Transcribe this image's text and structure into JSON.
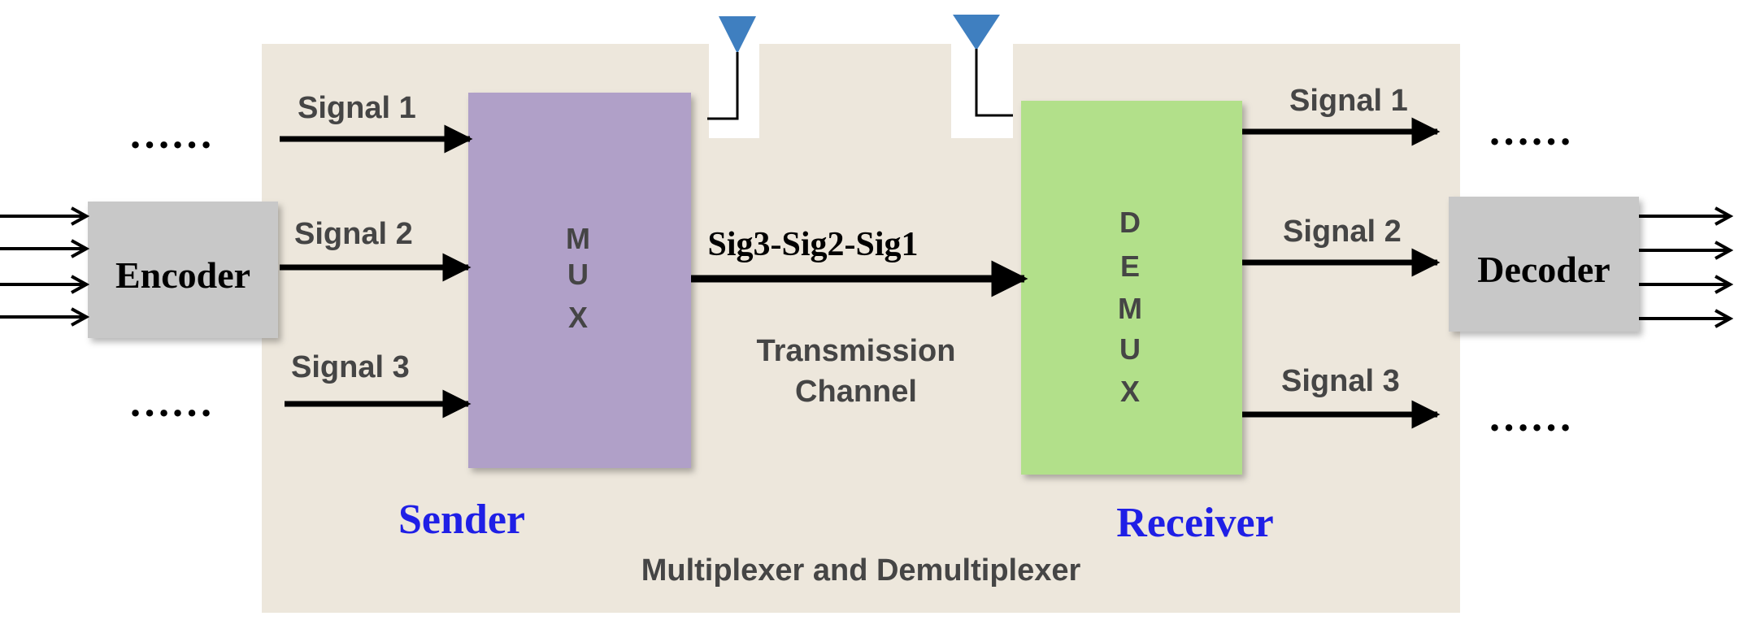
{
  "panel_caption": "Multiplexer and Demultiplexer",
  "encoder": {
    "label": "Encoder"
  },
  "decoder": {
    "label": "Decoder"
  },
  "mux": {
    "label": "MUX",
    "letters": [
      "M",
      "U",
      "X"
    ]
  },
  "demux": {
    "label": "DEMUX",
    "letters": [
      "D",
      "E",
      "M",
      "U",
      "X"
    ]
  },
  "inputs": [
    "Signal 1",
    "Signal 2",
    "Signal 3"
  ],
  "outputs": [
    "Signal 1",
    "Signal 2",
    "Signal 3"
  ],
  "channel": {
    "stream_label": "Sig3-Sig2-Sig1",
    "caption_line1": "Transmission",
    "caption_line2": "Channel"
  },
  "ellipsis": "……",
  "sender_label": "Sender",
  "receiver_label": "Receiver",
  "colors": {
    "panel": "#ede7dc",
    "mux": "#b0a0c8",
    "demux": "#b2e08a",
    "codec": "#c8c8c8",
    "antenna": "#3f7fc0",
    "role_label": "#1f1fe6",
    "arrow": "#000000"
  },
  "icons": {
    "antenna": "antenna-icon",
    "arrow": "arrow-right-icon"
  }
}
